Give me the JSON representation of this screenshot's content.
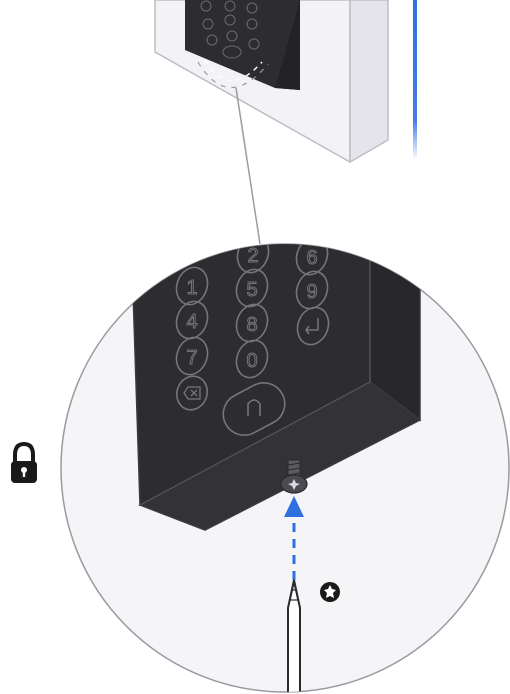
{
  "colors": {
    "background": "#ffffff",
    "wall": "#f3f3f6",
    "wall_edge": "#cfcfd6",
    "keypad_body": "#2d2d30",
    "keypad_side": "#252528",
    "keypad_line": "#6b6b70",
    "outline": "#3a3a3e",
    "accent_blue": "#2f6fe0",
    "magnifier_fill": "#f5f5f7",
    "magnifier_stroke": "#9a9aa2",
    "icon_black": "#1a1a1a"
  },
  "keypad": {
    "keys": [
      "1",
      "2",
      "4",
      "5",
      "6",
      "7",
      "8",
      "9",
      "0"
    ],
    "special_keys": [
      "backspace-key",
      "enter-key",
      "home-key"
    ]
  },
  "icons": {
    "lock": "lock-icon",
    "torx_bit": "torx-icon",
    "screwdriver": "screwdriver-icon",
    "screw": "screw-icon",
    "arrow": "arrow-up-icon"
  }
}
